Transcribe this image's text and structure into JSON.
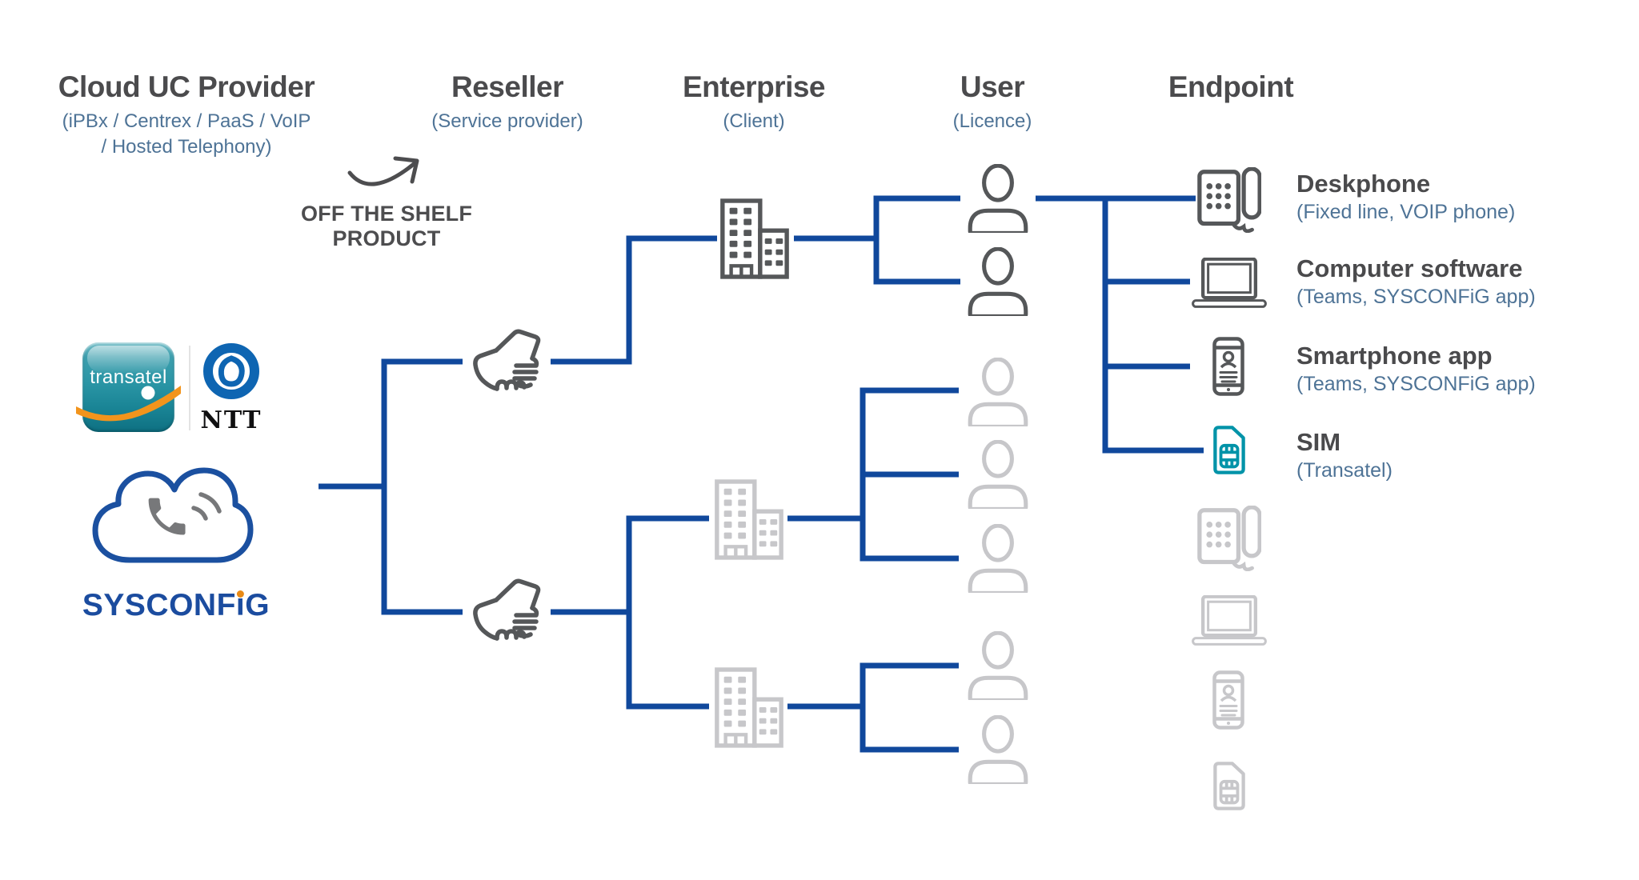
{
  "columns": [
    {
      "label": "Cloud UC Provider",
      "sublabel": "(iPBx / Centrex / PaaS / VoIP / Hosted Telephony)"
    },
    {
      "label": "Reseller",
      "sublabel": "(Service provider)"
    },
    {
      "label": "Enterprise",
      "sublabel": "(Client)"
    },
    {
      "label": "User",
      "sublabel": "(Licence)"
    },
    {
      "label": "Endpoint",
      "sublabel": ""
    }
  ],
  "annotation": {
    "arrow_label_line1": "OFF THE SHELF",
    "arrow_label_line2": "PRODUCT"
  },
  "providers": {
    "transatel_logo_text": "transatel",
    "ntt_logo_text": "NTT",
    "sysconfig_logo_pre": "SYSCONF",
    "sysconfig_logo_i": "i",
    "sysconfig_logo_post": "G"
  },
  "endpoints": [
    {
      "title": "Deskphone",
      "subtitle": "(Fixed line, VOIP phone)"
    },
    {
      "title": "Computer software",
      "subtitle": "(Teams, SYSCONFiG app)"
    },
    {
      "title": "Smartphone app",
      "subtitle": "(Teams, SYSCONFiG app)"
    },
    {
      "title": "SIM",
      "subtitle": "(Transatel)"
    }
  ],
  "colors": {
    "connector_blue": "#10489c",
    "active_icon_gray": "#555759",
    "inactive_icon_gray": "#c7c7ca",
    "sim_teal": "#0093a8",
    "subtitle_steel_blue": "#4e7396",
    "header_gray": "#4b4b4d",
    "sysconfig_blue": "#1b4c9f",
    "ntt_blue": "#0e65b2",
    "transatel_teal": "#2a95a5",
    "accent_orange": "#f2941c"
  }
}
